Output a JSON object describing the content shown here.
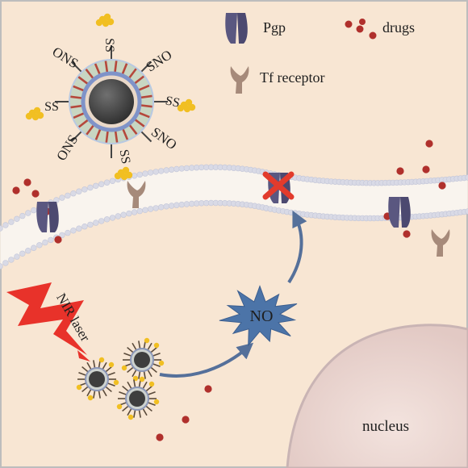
{
  "legend": {
    "pgp": "Pgp",
    "drugs": "drugs",
    "tf_receptor": "Tf receptor"
  },
  "nanoparticle_labels": {
    "ons_left": "ONS",
    "ss_top": "SS",
    "sno_right_upper": "SNO",
    "ss_left": "SS",
    "ss_right": "SS",
    "sno_right_lower": "SNO",
    "ons_lower_left": "ONS",
    "ss_bottom": "SS"
  },
  "laser_label": "NIR laser",
  "no_label": "NO",
  "nucleus_label": "nucleus",
  "colors": {
    "cytoplasm": "#f8e6d3",
    "outside": "#f4dfca",
    "membrane": "#f9f4ee",
    "lipid_head": "#d9dae6",
    "pgp": "#5a5780",
    "tf_receptor": "#a68a7a",
    "drug": "#b0302c",
    "laser": "#e8322a",
    "no_burst": "#4c74a8",
    "arrow": "#55709a",
    "block_x": "#e23b2c",
    "nucleus_fill": "#ebd6d0",
    "nucleus_edge": "#c9b4b4",
    "ss_cluster": "#f1bf22",
    "particle_core": "#404040"
  }
}
